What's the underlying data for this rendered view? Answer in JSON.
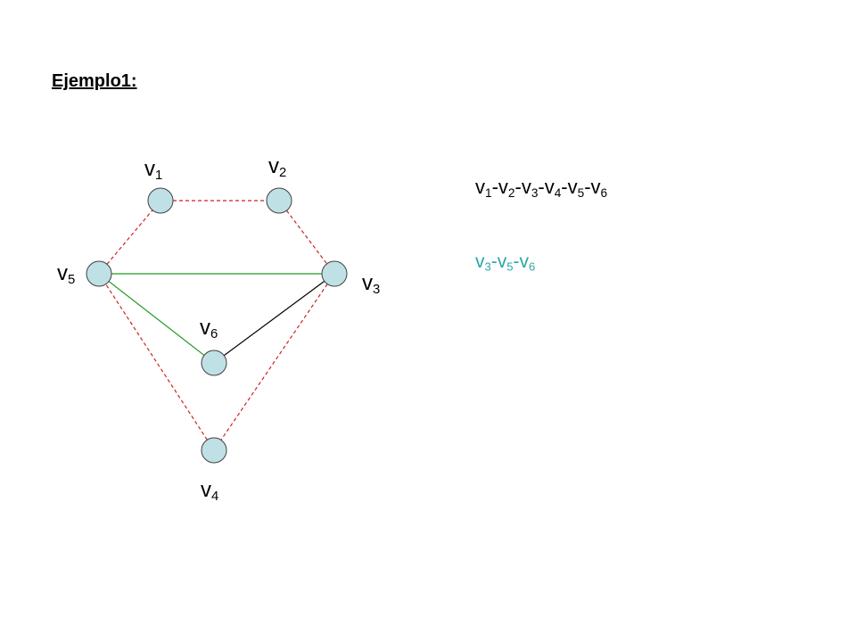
{
  "title": "Ejemplo1:",
  "colors": {
    "node_fill": "#bfe1e5",
    "node_stroke": "#404040",
    "dashed_edge": "#cc2222",
    "green_edge": "#229922",
    "black_edge": "#000000",
    "teal_text": "#2aa7a7"
  },
  "vertices": [
    {
      "id": "v1",
      "base": "v",
      "sub": "1"
    },
    {
      "id": "v2",
      "base": "v",
      "sub": "2"
    },
    {
      "id": "v3",
      "base": "v",
      "sub": "3"
    },
    {
      "id": "v4",
      "base": "v",
      "sub": "4"
    },
    {
      "id": "v5",
      "base": "v",
      "sub": "5"
    },
    {
      "id": "v6",
      "base": "v",
      "sub": "6"
    }
  ],
  "edges": [
    {
      "from": "v1",
      "to": "v2",
      "style": "dashed"
    },
    {
      "from": "v2",
      "to": "v3",
      "style": "dashed"
    },
    {
      "from": "v3",
      "to": "v4",
      "style": "dashed"
    },
    {
      "from": "v4",
      "to": "v5",
      "style": "dashed"
    },
    {
      "from": "v5",
      "to": "v1",
      "style": "dashed"
    },
    {
      "from": "v5",
      "to": "v3",
      "style": "green"
    },
    {
      "from": "v5",
      "to": "v6",
      "style": "green"
    },
    {
      "from": "v6",
      "to": "v3",
      "style": "black"
    }
  ],
  "sequences": {
    "main": [
      "v1",
      "v2",
      "v3",
      "v4",
      "v5",
      "v6"
    ],
    "teal": [
      "v3",
      "v5",
      "v6"
    ]
  }
}
